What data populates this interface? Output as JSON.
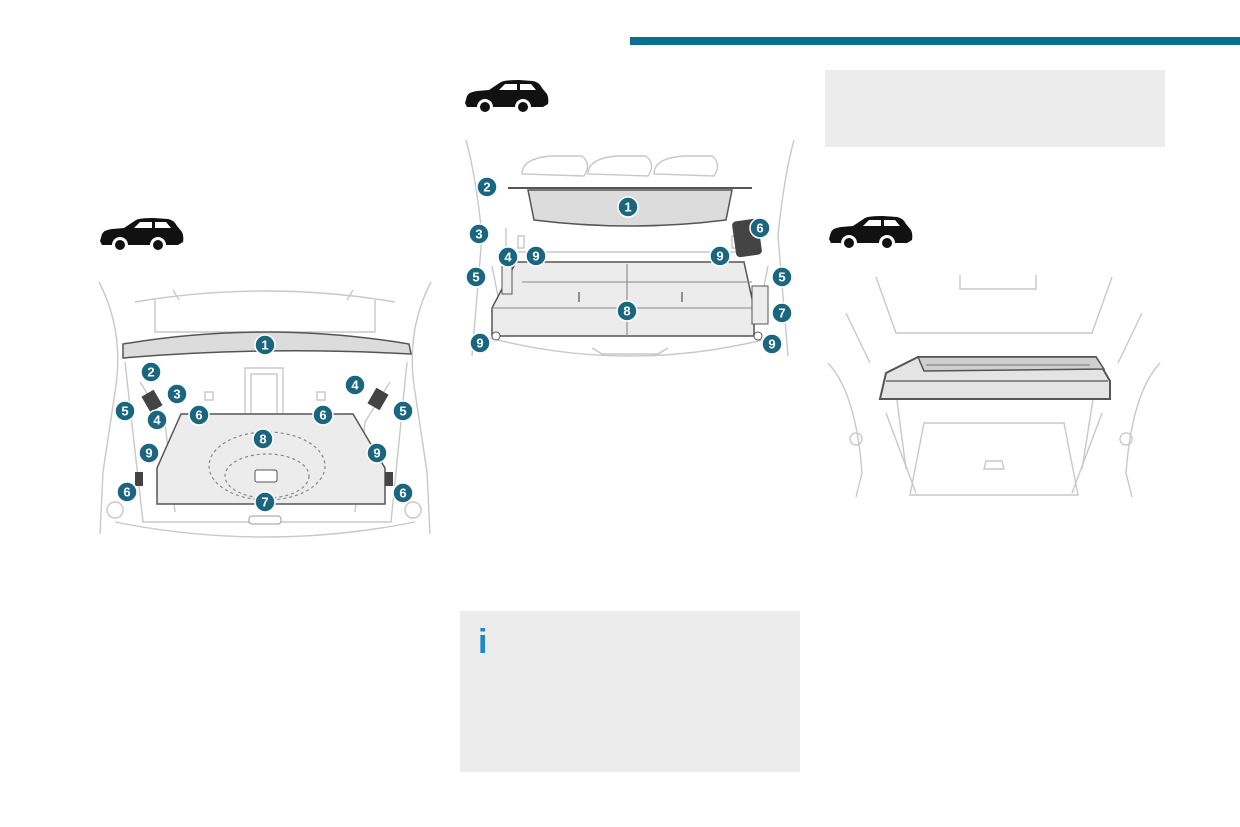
{
  "colors": {
    "accent": "#0a6e8f",
    "callout": "#1a6680",
    "info_icon": "#1e88c8",
    "box_bg": "#ececec",
    "line_art": "#c8c8c8",
    "car": "#111111"
  },
  "icons": {
    "car": "suv-side-silhouette-icon",
    "info": "info-i-icon"
  },
  "info_box": {
    "icon": "i"
  },
  "figure_left": {
    "callouts": [
      {
        "label": "1"
      },
      {
        "label": "2"
      },
      {
        "label": "3"
      },
      {
        "label": "4"
      },
      {
        "label": "5"
      },
      {
        "label": "6"
      },
      {
        "label": "6"
      },
      {
        "label": "4"
      },
      {
        "label": "5"
      },
      {
        "label": "8"
      },
      {
        "label": "9"
      },
      {
        "label": "9"
      },
      {
        "label": "6"
      },
      {
        "label": "6"
      },
      {
        "label": "7"
      }
    ]
  },
  "figure_middle": {
    "callouts": [
      {
        "label": "2"
      },
      {
        "label": "1"
      },
      {
        "label": "3"
      },
      {
        "label": "6"
      },
      {
        "label": "4"
      },
      {
        "label": "9"
      },
      {
        "label": "9"
      },
      {
        "label": "5"
      },
      {
        "label": "5"
      },
      {
        "label": "7"
      },
      {
        "label": "8"
      },
      {
        "label": "9"
      },
      {
        "label": "9"
      }
    ]
  }
}
